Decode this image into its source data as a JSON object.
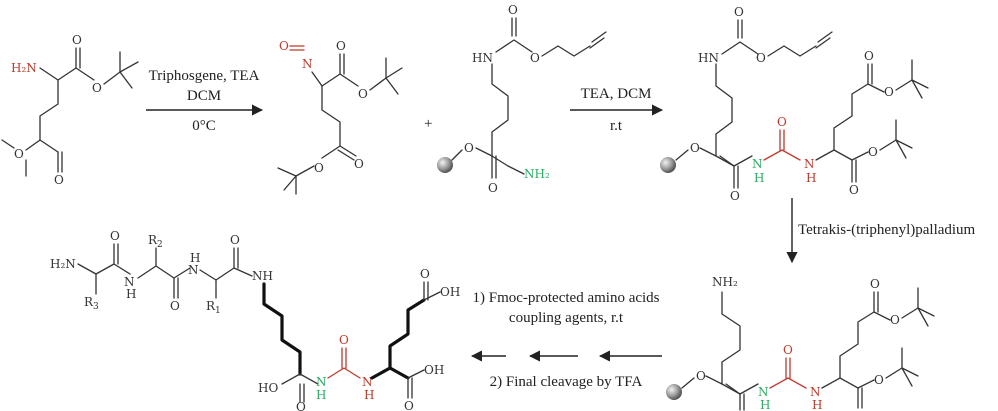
{
  "colors": {
    "highlight_red": "#c0392b",
    "highlight_green": "#27ae60",
    "ink": "#333333",
    "bead": "#888888"
  },
  "reagents": {
    "step1": {
      "line1": "Triphosgene, TEA",
      "line2": "DCM",
      "line3": "0°C"
    },
    "step2": {
      "line1": "TEA, DCM",
      "line2": "r.t"
    },
    "step3": {
      "line1": "Tetrakis-(triphenyl)palladium"
    },
    "step4": {
      "line1": "1) Fmoc-protected amino acids",
      "line2": "coupling agents, r.t",
      "line3": "2) Final cleavage by TFA"
    }
  },
  "plus": "+",
  "atoms": {
    "h2n": "H₂N",
    "o": "O",
    "n": "N",
    "hn": "HN",
    "nh2": "NH₂",
    "h": "H",
    "n_h": "N",
    "ho": "HO",
    "oh": "OH",
    "r1": "R",
    "r1_sub": "1",
    "r2": "R",
    "r2_sub": "2",
    "r3": "R",
    "r3_sub": "3"
  }
}
